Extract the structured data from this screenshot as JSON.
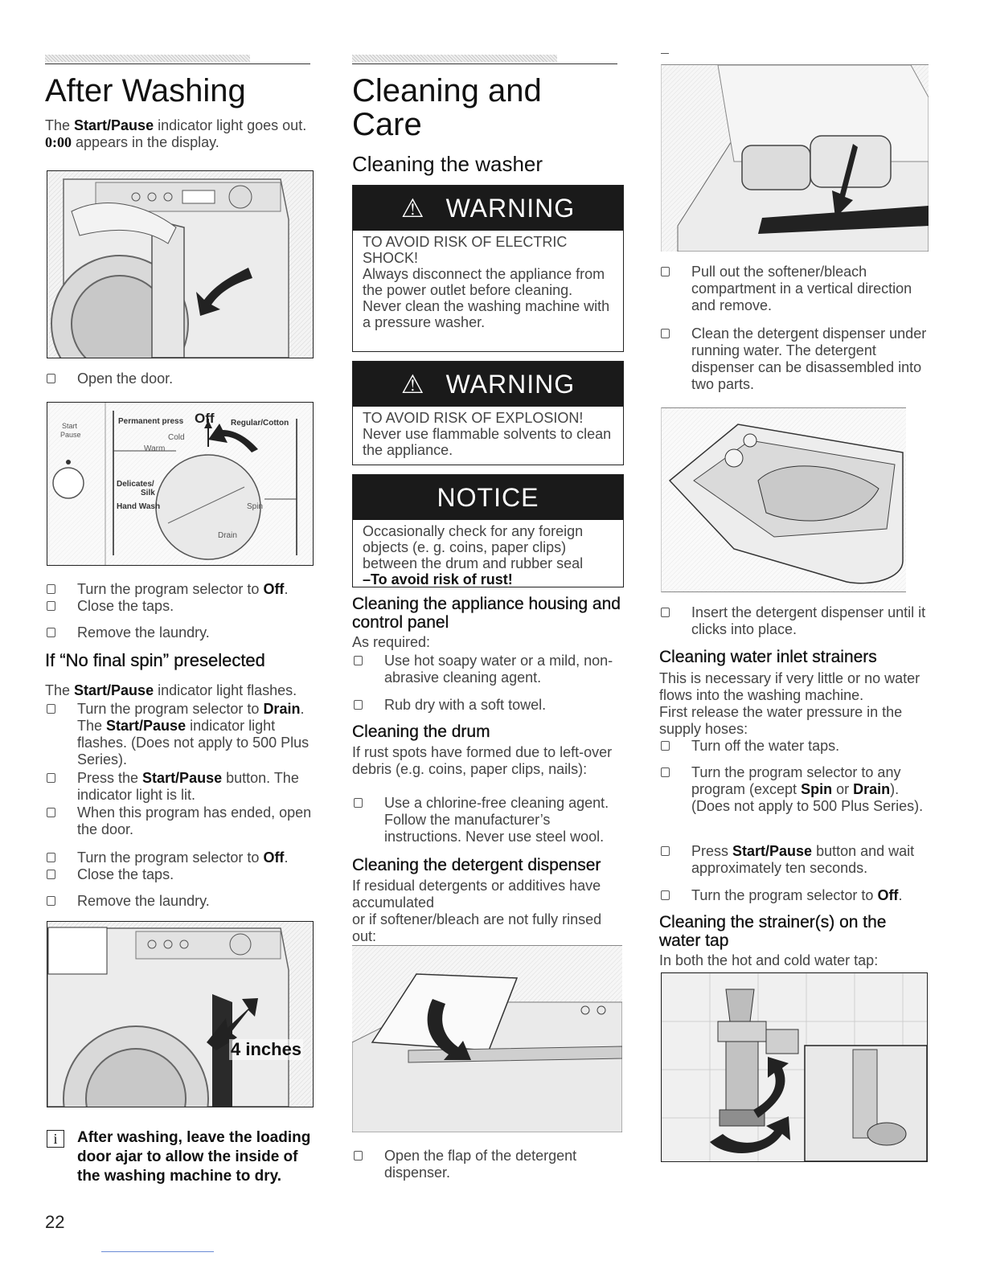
{
  "col1": {
    "title": "After Washing",
    "intro1_pre": "The ",
    "intro1_bold": "Start/Pause",
    "intro1_post": " indicator light goes out.",
    "intro2_bold": "0:00",
    "intro2_post": " appears in the display.",
    "open_door": "Open the door.",
    "dial_labels": {
      "start": "Start",
      "pause": "Pause",
      "permanent_press": "Permanent press",
      "off": "Off",
      "regular_cotton": "Regular/Cotton",
      "cold": "Cold",
      "warm": "Warm",
      "delicates": "Delicates/",
      "silk": "Silk",
      "hand_wash": "Hand Wash",
      "spin": "Spin",
      "drain": "Drain"
    },
    "step1_pre": "Turn the program selector to ",
    "step1_bold": "Off",
    "step1_post": ".",
    "step2": "Close the taps.",
    "step3": "Remove the laundry.",
    "subtitle": "If “No final spin” preselected",
    "nfs_intro_pre": "The ",
    "nfs_intro_bold": "Start/Pause",
    "nfs_intro_post": " indicator light flashes.",
    "nfs1_pre": "Turn the program selector to ",
    "nfs1_bold1": "Drain",
    "nfs1_mid": ". The ",
    "nfs1_bold2": "Start/Pause",
    "nfs1_post": " indicator light flashes. (Does not apply to 500 Plus Series).",
    "nfs2_pre": "Press the ",
    "nfs2_bold": "Start/Pause",
    "nfs2_post": " button. The indicator light is lit.",
    "nfs3": "When this program has ended, open the door.",
    "nfs4_pre": "Turn the program selector to ",
    "nfs4_bold": "Off",
    "nfs4_post": ".",
    "nfs5": "Close the taps.",
    "nfs6": "Remove the laundry.",
    "inches_label": "4 inches",
    "info_icon": "i",
    "info_text": "After washing, leave the loading door ajar to allow the inside of the washing machine to dry.",
    "page_number": "22"
  },
  "col2": {
    "title_line1": "Cleaning and",
    "title_line2": "Care",
    "subtitle": "Cleaning the washer",
    "warning_label": "WARNING",
    "warn1_l1": "TO AVOID RISK OF ELECTRIC SHOCK!",
    "warn1_l2": "Always disconnect the appliance from the power outlet before cleaning.",
    "warn1_l3": "Never clean the washing machine with a pressure washer.",
    "warn2_l1": "TO AVOID RISK OF EXPLOSION!",
    "warn2_l2": "Never use flammable solvents to clean the appliance.",
    "notice_label": "NOTICE",
    "notice_text": "Occasionally check for any foreign objects (e. g. coins, paper clips) between the drum and rubber seal",
    "notice_bold": "–To avoid risk of rust!",
    "housing_title": "Cleaning the appliance housing and control panel",
    "housing_intro": "As required:",
    "housing1": "Use hot soapy water or a mild, non-abrasive cleaning agent.",
    "housing2": "Rub dry with a soft towel.",
    "drum_title": "Cleaning the drum",
    "drum_intro": "If rust spots have formed due to left-over debris (e.g. coins, paper clips, nails):",
    "drum1": "Use a chlorine-free cleaning agent. Follow the manufacturer’s instructions. Never use steel wool.",
    "disp_title": "Cleaning the detergent dispenser",
    "disp_intro1": "If residual detergents or additives have accumulated",
    "disp_intro2": "or if softener/bleach are not fully rinsed out:",
    "disp1": "Open the flap of the detergent dispenser."
  },
  "col3": {
    "step1": "Pull out the softener/bleach compartment in a vertical direction and remove.",
    "step2": "Clean the detergent dispenser under running water. The detergent dispenser can be disassembled into two parts.",
    "step3": "Insert the detergent dispenser until it clicks into place.",
    "inlet_title": "Cleaning water inlet strainers",
    "inlet_intro1": "This is necessary if very little or no water flows into the washing machine.",
    "inlet_intro2": "First release the water pressure in the supply hoses:",
    "inlet1": "Turn off the water taps.",
    "inlet2_pre": "Turn the program selector to any program (except ",
    "inlet2_b1": "Spin",
    "inlet2_mid": " or ",
    "inlet2_b2": "Drain",
    "inlet2_post": "). (Does not apply to 500 Plus Series).",
    "inlet3_pre": "Press ",
    "inlet3_bold": "Start/Pause",
    "inlet3_post": " button and wait approximately ten seconds.",
    "inlet4_pre": "Turn the program selector to ",
    "inlet4_bold": "Off",
    "inlet4_post": ".",
    "tap_title": "Cleaning the strainer(s) on the water tap",
    "tap_intro": "In both the hot and cold water tap:"
  },
  "colors": {
    "warning_bg": "#1a1a1a",
    "text": "#444444",
    "heading": "#111111"
  }
}
